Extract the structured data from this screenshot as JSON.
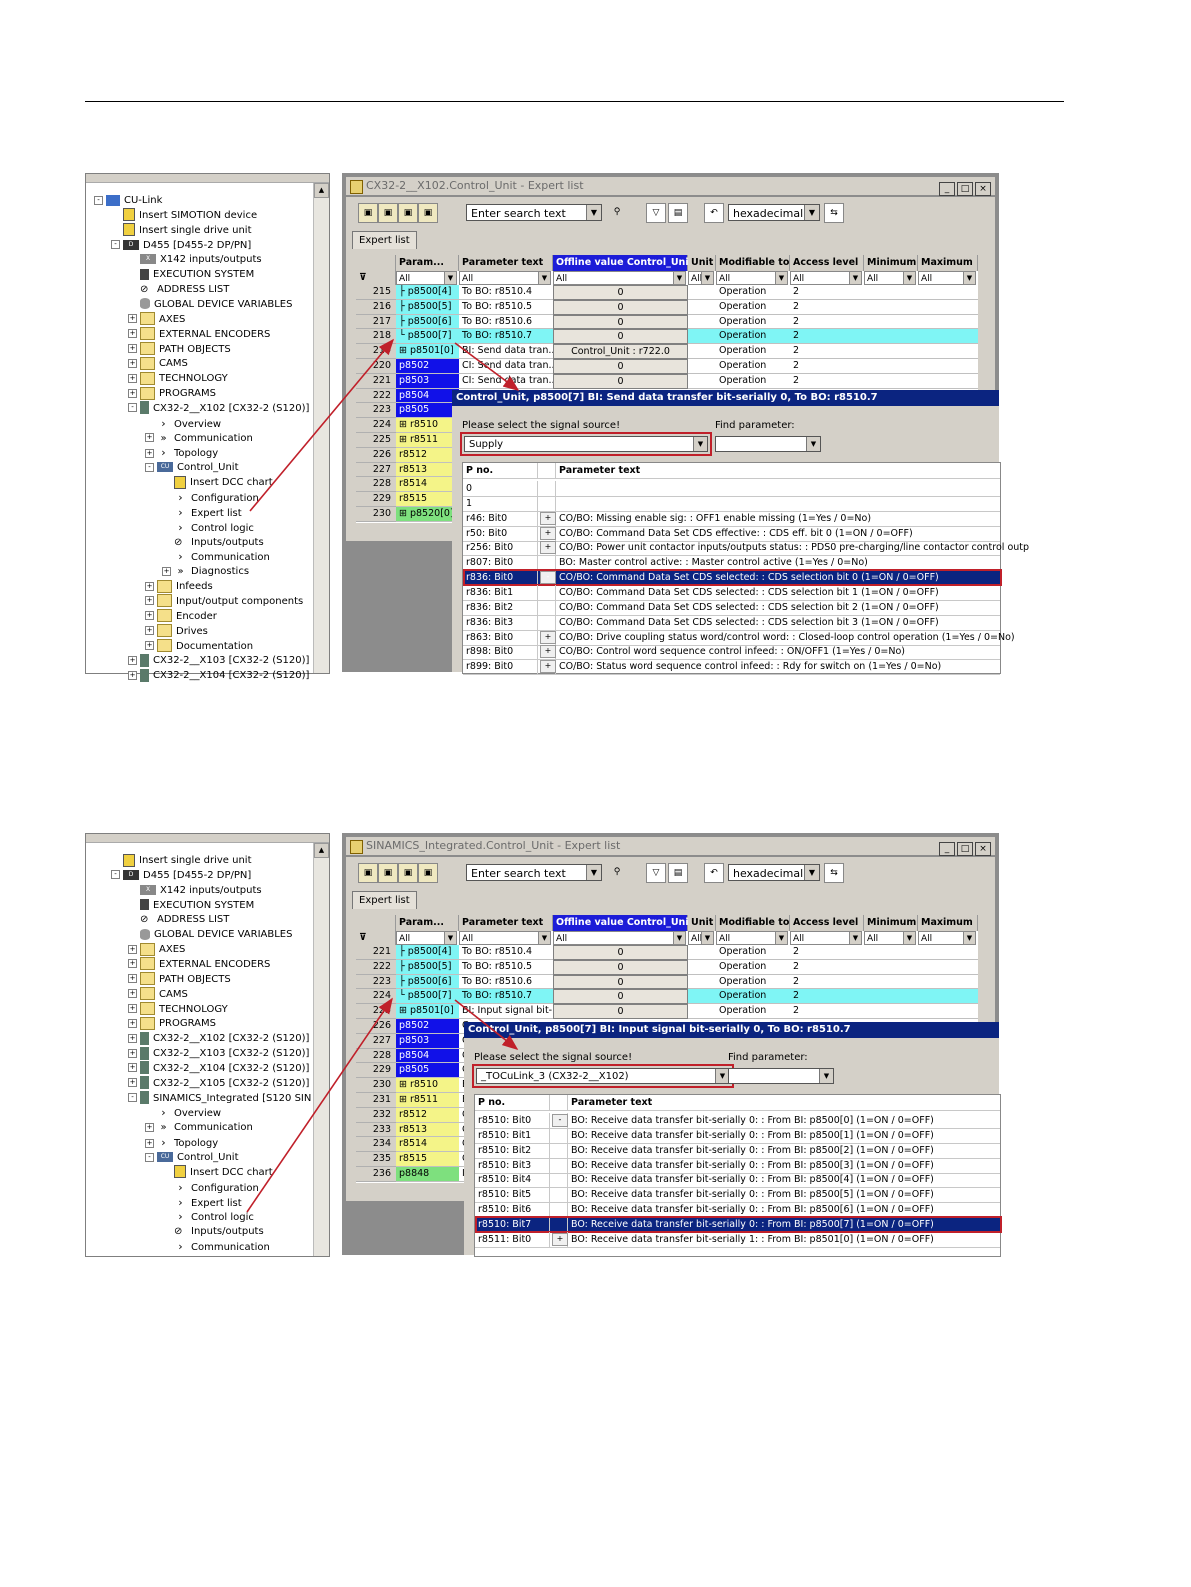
{
  "shot1": {
    "tree": [
      {
        "label": "CU-Link",
        "indent": 0,
        "exp": "-",
        "icon": "link"
      },
      {
        "label": "Insert SIMOTION device",
        "indent": 1,
        "exp": "",
        "icon": "insert"
      },
      {
        "label": "Insert single drive unit",
        "indent": 1,
        "exp": "",
        "icon": "insert"
      },
      {
        "label": "D455 [D455-2 DP/PN]",
        "indent": 1,
        "exp": "-",
        "icon": "device"
      },
      {
        "label": "X142 inputs/outputs",
        "indent": 2,
        "exp": "",
        "icon": "io"
      },
      {
        "label": "EXECUTION SYSTEM",
        "indent": 2,
        "exp": "",
        "icon": "exec"
      },
      {
        "label": "ADDRESS LIST",
        "indent": 2,
        "exp": "",
        "icon": "addr"
      },
      {
        "label": "GLOBAL DEVICE VARIABLES",
        "indent": 2,
        "exp": "",
        "icon": "db"
      },
      {
        "label": "AXES",
        "indent": 2,
        "exp": "+",
        "icon": "folder"
      },
      {
        "label": "EXTERNAL ENCODERS",
        "indent": 2,
        "exp": "+",
        "icon": "folder"
      },
      {
        "label": "PATH OBJECTS",
        "indent": 2,
        "exp": "+",
        "icon": "folder"
      },
      {
        "label": "CAMS",
        "indent": 2,
        "exp": "+",
        "icon": "folder"
      },
      {
        "label": "TECHNOLOGY",
        "indent": 2,
        "exp": "+",
        "icon": "folder"
      },
      {
        "label": "PROGRAMS",
        "indent": 2,
        "exp": "+",
        "icon": "folder"
      },
      {
        "label": "CX32-2__X102 [CX32-2 (S120)]",
        "indent": 2,
        "exp": "-",
        "icon": "drive"
      },
      {
        "label": "Overview",
        "indent": 3,
        "exp": "",
        "icon": "chev"
      },
      {
        "label": "Communication",
        "indent": 3,
        "exp": "+",
        "icon": "dchev"
      },
      {
        "label": "Topology",
        "indent": 3,
        "exp": "+",
        "icon": "chev"
      },
      {
        "label": "Control_Unit",
        "indent": 3,
        "exp": "-",
        "icon": "cu"
      },
      {
        "label": "Insert DCC chart",
        "indent": 4,
        "exp": "",
        "icon": "insert"
      },
      {
        "label": "Configuration",
        "indent": 4,
        "exp": "",
        "icon": "chev"
      },
      {
        "label": "Expert list",
        "indent": 4,
        "exp": "",
        "icon": "chev"
      },
      {
        "label": "Control logic",
        "indent": 4,
        "exp": "",
        "icon": "chev"
      },
      {
        "label": "Inputs/outputs",
        "indent": 4,
        "exp": "",
        "icon": "addr"
      },
      {
        "label": "Communication",
        "indent": 4,
        "exp": "",
        "icon": "chev"
      },
      {
        "label": "Diagnostics",
        "indent": 4,
        "exp": "+",
        "icon": "dchev"
      },
      {
        "label": "Infeeds",
        "indent": 3,
        "exp": "+",
        "icon": "folder"
      },
      {
        "label": "Input/output components",
        "indent": 3,
        "exp": "+",
        "icon": "folder"
      },
      {
        "label": "Encoder",
        "indent": 3,
        "exp": "+",
        "icon": "folder"
      },
      {
        "label": "Drives",
        "indent": 3,
        "exp": "+",
        "icon": "folder"
      },
      {
        "label": "Documentation",
        "indent": 3,
        "exp": "+",
        "icon": "folder"
      },
      {
        "label": "CX32-2__X103 [CX32-2 (S120)]",
        "indent": 2,
        "exp": "+",
        "icon": "drive"
      },
      {
        "label": "CX32-2__X104 [CX32-2 (S120)]",
        "indent": 2,
        "exp": "+",
        "icon": "drive"
      }
    ],
    "window_title": "CX32-2__X102.Control_Unit - Expert list",
    "search_placeholder": "Enter search text",
    "format": "hexadecimal",
    "tab": "Expert list",
    "headers": [
      "Param...",
      "Parameter text",
      "Offline value Control_Unit",
      "Unit",
      "Modifiable to",
      "Access level",
      "Minimum",
      "Maximum"
    ],
    "filters": [
      "All",
      "All",
      "All",
      "All",
      "All",
      "All",
      "All",
      "All"
    ],
    "rows": [
      {
        "n": "215",
        "p": "p8500[4]",
        "t": "To BO: r8510.4",
        "v": "0",
        "m": "Operation",
        "a": "2",
        "c": "cyan",
        "tree": "├"
      },
      {
        "n": "216",
        "p": "p8500[5]",
        "t": "To BO: r8510.5",
        "v": "0",
        "m": "Operation",
        "a": "2",
        "c": "cyan",
        "tree": "├"
      },
      {
        "n": "217",
        "p": "p8500[6]",
        "t": "To BO: r8510.6",
        "v": "0",
        "m": "Operation",
        "a": "2",
        "c": "cyan",
        "tree": "├"
      },
      {
        "n": "218",
        "p": "p8500[7]",
        "t": "To BO: r8510.7",
        "v": "0",
        "m": "Operation",
        "a": "2",
        "c": "cyan",
        "tree": "└",
        "hl": true
      },
      {
        "n": "219",
        "p": "p8501[0]",
        "t": "BI: Send data tran...",
        "v": "Control_Unit : r722.0",
        "m": "Operation",
        "a": "2",
        "c": "cyan",
        "tree": "⊞"
      },
      {
        "n": "220",
        "p": "p8502",
        "t": "CI: Send data tran...",
        "v": "0",
        "m": "Operation",
        "a": "2",
        "c": "blue"
      },
      {
        "n": "221",
        "p": "p8503",
        "t": "CI: Send data tran...",
        "v": "0",
        "m": "Operation",
        "a": "2",
        "c": "blue"
      },
      {
        "n": "222",
        "p": "p8504",
        "t": "",
        "v": "",
        "m": "",
        "a": "",
        "c": "blue"
      },
      {
        "n": "223",
        "p": "p8505",
        "t": "",
        "v": "",
        "m": "",
        "a": "",
        "c": "blue"
      },
      {
        "n": "224",
        "p": "r8510",
        "t": "",
        "v": "",
        "m": "",
        "a": "",
        "c": "yellow",
        "tree": "⊞"
      },
      {
        "n": "225",
        "p": "r8511",
        "t": "",
        "v": "",
        "m": "",
        "a": "",
        "c": "yellow",
        "tree": "⊞"
      },
      {
        "n": "226",
        "p": "r8512",
        "t": "",
        "v": "",
        "m": "",
        "a": "",
        "c": "yellow"
      },
      {
        "n": "227",
        "p": "r8513",
        "t": "",
        "v": "",
        "m": "",
        "a": "",
        "c": "yellow"
      },
      {
        "n": "228",
        "p": "r8514",
        "t": "",
        "v": "",
        "m": "",
        "a": "",
        "c": "yellow"
      },
      {
        "n": "229",
        "p": "r8515",
        "t": "",
        "v": "",
        "m": "",
        "a": "",
        "c": "yellow"
      },
      {
        "n": "230",
        "p": "p8520[0]",
        "t": "",
        "v": "",
        "m": "",
        "a": "",
        "c": "green",
        "tree": "⊞"
      }
    ],
    "dialog_title": "Control_Unit, p8500[7] BI: Send data transfer bit-serially 0, To BO: r8510.7",
    "select_label": "Please select the signal source!",
    "find_label": "Find parameter:",
    "source": "Supply",
    "plist_head": [
      "P no.",
      "Parameter text"
    ],
    "plist": [
      {
        "p": "0",
        "x": "",
        "t": ""
      },
      {
        "p": "1",
        "x": "",
        "t": ""
      },
      {
        "p": "r46: Bit0",
        "x": "+",
        "t": "CO/BO: Missing enable sig: : OFF1 enable missing (1=Yes / 0=No)"
      },
      {
        "p": "r50: Bit0",
        "x": "+",
        "t": "CO/BO: Command Data Set CDS effective: : CDS eff. bit 0 (1=ON / 0=OFF)"
      },
      {
        "p": "r256: Bit0",
        "x": "+",
        "t": "CO/BO: Power unit contactor inputs/outputs status: : PDS0 pre-charging/line contactor control outp"
      },
      {
        "p": "r807: Bit0",
        "x": "",
        "t": "BO: Master control active: : Master control active (1=Yes / 0=No)"
      },
      {
        "p": "r836: Bit0",
        "x": "-",
        "t": "CO/BO: Command Data Set CDS selected: : CDS selection bit 0 (1=ON / 0=OFF)",
        "sel": true
      },
      {
        "p": "r836: Bit1",
        "x": "",
        "t": "CO/BO: Command Data Set CDS selected: : CDS selection bit 1 (1=ON / 0=OFF)"
      },
      {
        "p": "r836: Bit2",
        "x": "",
        "t": "CO/BO: Command Data Set CDS selected: : CDS selection bit 2 (1=ON / 0=OFF)"
      },
      {
        "p": "r836: Bit3",
        "x": "",
        "t": "CO/BO: Command Data Set CDS selected: : CDS selection bit 3 (1=ON / 0=OFF)"
      },
      {
        "p": "r863: Bit0",
        "x": "+",
        "t": "CO/BO: Drive coupling status word/control word: : Closed-loop control operation (1=Yes / 0=No)"
      },
      {
        "p": "r898: Bit0",
        "x": "+",
        "t": "CO/BO: Control word sequence control infeed: : ON/OFF1 (1=Yes / 0=No)"
      },
      {
        "p": "r899: Bit0",
        "x": "+",
        "t": "CO/BO: Status word sequence control infeed: : Rdy for switch on (1=Yes / 0=No)"
      }
    ]
  },
  "shot2": {
    "tree": [
      {
        "label": "Insert single drive unit",
        "indent": 1,
        "exp": "",
        "icon": "insert"
      },
      {
        "label": "D455 [D455-2 DP/PN]",
        "indent": 1,
        "exp": "-",
        "icon": "device"
      },
      {
        "label": "X142 inputs/outputs",
        "indent": 2,
        "exp": "",
        "icon": "io"
      },
      {
        "label": "EXECUTION SYSTEM",
        "indent": 2,
        "exp": "",
        "icon": "exec"
      },
      {
        "label": "ADDRESS LIST",
        "indent": 2,
        "exp": "",
        "icon": "addr"
      },
      {
        "label": "GLOBAL DEVICE VARIABLES",
        "indent": 2,
        "exp": "",
        "icon": "db"
      },
      {
        "label": "AXES",
        "indent": 2,
        "exp": "+",
        "icon": "folder"
      },
      {
        "label": "EXTERNAL ENCODERS",
        "indent": 2,
        "exp": "+",
        "icon": "folder"
      },
      {
        "label": "PATH OBJECTS",
        "indent": 2,
        "exp": "+",
        "icon": "folder"
      },
      {
        "label": "CAMS",
        "indent": 2,
        "exp": "+",
        "icon": "folder"
      },
      {
        "label": "TECHNOLOGY",
        "indent": 2,
        "exp": "+",
        "icon": "folder"
      },
      {
        "label": "PROGRAMS",
        "indent": 2,
        "exp": "+",
        "icon": "folder"
      },
      {
        "label": "CX32-2__X102 [CX32-2 (S120)]",
        "indent": 2,
        "exp": "+",
        "icon": "drive"
      },
      {
        "label": "CX32-2__X103 [CX32-2 (S120)]",
        "indent": 2,
        "exp": "+",
        "icon": "drive"
      },
      {
        "label": "CX32-2__X104 [CX32-2 (S120)]",
        "indent": 2,
        "exp": "+",
        "icon": "drive"
      },
      {
        "label": "CX32-2__X105 [CX32-2 (S120)]",
        "indent": 2,
        "exp": "+",
        "icon": "drive"
      },
      {
        "label": "SINAMICS_Integrated [S120 SIN",
        "indent": 2,
        "exp": "-",
        "icon": "drive"
      },
      {
        "label": "Overview",
        "indent": 3,
        "exp": "",
        "icon": "chev"
      },
      {
        "label": "Communication",
        "indent": 3,
        "exp": "+",
        "icon": "dchev"
      },
      {
        "label": "Topology",
        "indent": 3,
        "exp": "+",
        "icon": "chev"
      },
      {
        "label": "Control_Unit",
        "indent": 3,
        "exp": "-",
        "icon": "cu"
      },
      {
        "label": "Insert DCC chart",
        "indent": 4,
        "exp": "",
        "icon": "insert"
      },
      {
        "label": "Configuration",
        "indent": 4,
        "exp": "",
        "icon": "chev"
      },
      {
        "label": "Expert list",
        "indent": 4,
        "exp": "",
        "icon": "chev"
      },
      {
        "label": "Control logic",
        "indent": 4,
        "exp": "",
        "icon": "chev"
      },
      {
        "label": "Inputs/outputs",
        "indent": 4,
        "exp": "",
        "icon": "addr"
      },
      {
        "label": "Communication",
        "indent": 4,
        "exp": "",
        "icon": "chev"
      }
    ],
    "window_title": "SINAMICS_Integrated.Control_Unit - Expert list",
    "search_placeholder": "Enter search text",
    "format": "hexadecimal",
    "tab": "Expert list",
    "headers": [
      "Param...",
      "Parameter text",
      "Offline value Control_Unit",
      "Unit",
      "Modifiable to",
      "Access level",
      "Minimum",
      "Maximum"
    ],
    "filters": [
      "All",
      "All",
      "All",
      "All",
      "All",
      "All",
      "All",
      "All"
    ],
    "rows": [
      {
        "n": "221",
        "p": "p8500[4]",
        "t": "To BO: r8510.4",
        "v": "0",
        "m": "Operation",
        "a": "2",
        "c": "cyan",
        "tree": "├"
      },
      {
        "n": "222",
        "p": "p8500[5]",
        "t": "To BO: r8510.5",
        "v": "0",
        "m": "Operation",
        "a": "2",
        "c": "cyan",
        "tree": "├"
      },
      {
        "n": "223",
        "p": "p8500[6]",
        "t": "To BO: r8510.6",
        "v": "0",
        "m": "Operation",
        "a": "2",
        "c": "cyan",
        "tree": "├"
      },
      {
        "n": "224",
        "p": "p8500[7]",
        "t": "To BO: r8510.7",
        "v": "0",
        "m": "Operation",
        "a": "2",
        "c": "cyan",
        "tree": "└",
        "hl": true
      },
      {
        "n": "225",
        "p": "p8501[0]",
        "t": "BI: Input signal bit-...",
        "v": "0",
        "m": "Operation",
        "a": "2",
        "c": "cyan",
        "tree": "⊞"
      },
      {
        "n": "226",
        "p": "p8502",
        "t": "C",
        "v": "",
        "m": "",
        "a": "",
        "c": "blue"
      },
      {
        "n": "227",
        "p": "p8503",
        "t": "C",
        "v": "",
        "m": "",
        "a": "",
        "c": "blue"
      },
      {
        "n": "228",
        "p": "p8504",
        "t": "C",
        "v": "",
        "m": "",
        "a": "",
        "c": "blue"
      },
      {
        "n": "229",
        "p": "p8505",
        "t": "C",
        "v": "",
        "m": "",
        "a": "",
        "c": "blue"
      },
      {
        "n": "230",
        "p": "r8510",
        "t": "E",
        "v": "",
        "m": "",
        "a": "",
        "c": "yellow",
        "tree": "⊞"
      },
      {
        "n": "231",
        "p": "r8511",
        "t": "E",
        "v": "",
        "m": "",
        "a": "",
        "c": "yellow",
        "tree": "⊞"
      },
      {
        "n": "232",
        "p": "r8512",
        "t": "C",
        "v": "",
        "m": "",
        "a": "",
        "c": "yellow"
      },
      {
        "n": "233",
        "p": "r8513",
        "t": "C",
        "v": "",
        "m": "",
        "a": "",
        "c": "yellow"
      },
      {
        "n": "234",
        "p": "r8514",
        "t": "C",
        "v": "",
        "m": "",
        "a": "",
        "c": "yellow"
      },
      {
        "n": "235",
        "p": "r8515",
        "t": "C",
        "v": "",
        "m": "",
        "a": "",
        "c": "yellow"
      },
      {
        "n": "236",
        "p": "p8848",
        "t": "I",
        "v": "",
        "m": "",
        "a": "",
        "c": "green"
      }
    ],
    "dialog_title": "Control_Unit, p8500[7] BI: Input signal bit-serially 0, To BO: r8510.7",
    "select_label": "Please select the signal source!",
    "find_label": "Find parameter:",
    "source": "_TOCuLink_3 (CX32-2__X102)",
    "plist_head": [
      "P no.",
      "Parameter text"
    ],
    "plist": [
      {
        "p": "r8510: Bit0",
        "x": "-",
        "t": "BO: Receive data transfer bit-serially 0: : From BI: p8500[0] (1=ON / 0=OFF)"
      },
      {
        "p": "r8510: Bit1",
        "x": "",
        "t": "BO: Receive data transfer bit-serially 0: : From BI: p8500[1] (1=ON / 0=OFF)"
      },
      {
        "p": "r8510: Bit2",
        "x": "",
        "t": "BO: Receive data transfer bit-serially 0: : From BI: p8500[2] (1=ON / 0=OFF)"
      },
      {
        "p": "r8510: Bit3",
        "x": "",
        "t": "BO: Receive data transfer bit-serially 0: : From BI: p8500[3] (1=ON / 0=OFF)"
      },
      {
        "p": "r8510: Bit4",
        "x": "",
        "t": "BO: Receive data transfer bit-serially 0: : From BI: p8500[4] (1=ON / 0=OFF)"
      },
      {
        "p": "r8510: Bit5",
        "x": "",
        "t": "BO: Receive data transfer bit-serially 0: : From BI: p8500[5] (1=ON / 0=OFF)"
      },
      {
        "p": "r8510: Bit6",
        "x": "",
        "t": "BO: Receive data transfer bit-serially 0: : From BI: p8500[6] (1=ON / 0=OFF)"
      },
      {
        "p": "r8510: Bit7",
        "x": "",
        "t": "BO: Receive data transfer bit-serially 0: : From BI: p8500[7] (1=ON / 0=OFF)",
        "sel": true
      },
      {
        "p": "r8511: Bit0",
        "x": "+",
        "t": "BO: Receive data transfer bit-serially 1: : From BI: p8501[0] (1=ON / 0=OFF)"
      }
    ]
  },
  "colors": {
    "cyan": "#7ff5f5",
    "blue": "#1111e8",
    "yellow": "#f4f488",
    "green": "#7ee07e",
    "title_bar": "#0b2480",
    "highlight_box": "#c0202a"
  }
}
